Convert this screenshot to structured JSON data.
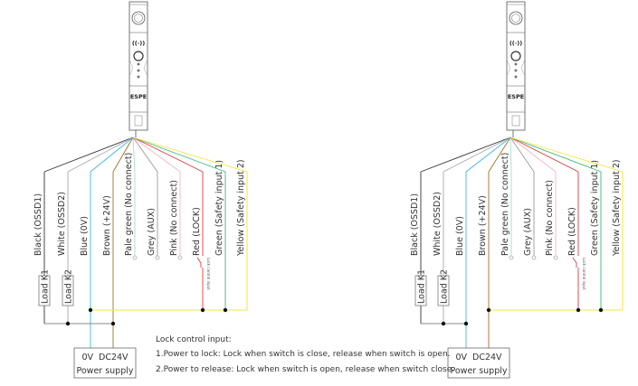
{
  "diagrams": [
    {
      "name": "power-to-lock",
      "device_label": "ESPE",
      "wires": [
        {
          "label": "Black (OSSD1)",
          "color": "#333333"
        },
        {
          "label": "White (OSSD2)",
          "color": "#aaaaaa"
        },
        {
          "label": "Blue (0V)",
          "color": "#3cb6e6"
        },
        {
          "label": "Brown (+24V)",
          "color": "#a0702a"
        },
        {
          "label": "Pale green (No connect)",
          "color": "#a8dcc8"
        },
        {
          "label": "Grey (AUX)",
          "color": "#999999"
        },
        {
          "label": "Pink (No connect)",
          "color": "#f4b6c2"
        },
        {
          "label": "Red (LOCK)",
          "color": "#e0383c"
        },
        {
          "label": "Green (Safety input 1)",
          "color": "#3cb878"
        },
        {
          "label": "Yellow (Safety input 2)",
          "color": "#f5e642"
        }
      ],
      "loads": [
        "Load K1",
        "Load K2"
      ],
      "switch_label": "Lock control input",
      "power_supply": {
        "terminals": "0V  DC24V",
        "label": "Power supply"
      }
    },
    {
      "name": "power-to-release",
      "device_label": "ESPE",
      "wires": [
        {
          "label": "Black (OSSD1)",
          "color": "#333333"
        },
        {
          "label": "White (OSSD2)",
          "color": "#aaaaaa"
        },
        {
          "label": "Blue (0V)",
          "color": "#3cb6e6"
        },
        {
          "label": "Brown (+24V)",
          "color": "#a0702a"
        },
        {
          "label": "Pale green (No connect)",
          "color": "#a8dcc8"
        },
        {
          "label": "Grey (AUX)",
          "color": "#999999"
        },
        {
          "label": "Pink (No connect)",
          "color": "#f4b6c2"
        },
        {
          "label": "Red (LOCK)",
          "color": "#e0383c"
        },
        {
          "label": "Green (Safety input 1)",
          "color": "#3cb878"
        },
        {
          "label": "Yellow (Safety input 2)",
          "color": "#f5e642"
        }
      ],
      "loads": [
        "Load K1",
        "Load K2"
      ],
      "switch_label": "Lock control input",
      "power_supply": {
        "terminals": "0V  DC24V",
        "label": "Power supply"
      }
    }
  ],
  "notes": {
    "title": "Lock control input:",
    "line1": "1.Power to lock: Lock when switch is close, release when switch is open.",
    "line2": "2.Power to release: Lock when switch is open, release when switch close."
  }
}
